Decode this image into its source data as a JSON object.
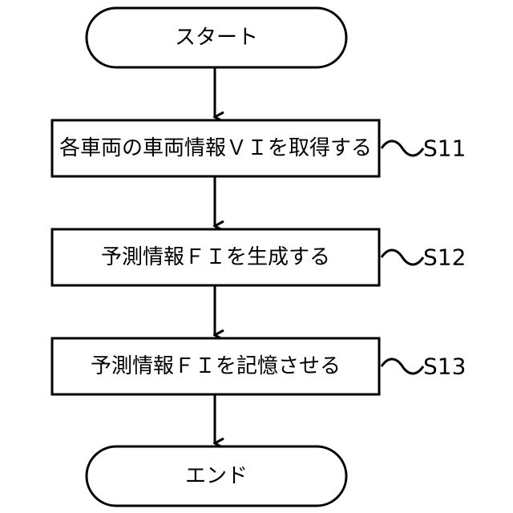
{
  "flowchart": {
    "start_label": "スタート",
    "end_label": "エンド",
    "steps": [
      {
        "label": "各車両の車両情報ＶＩを取得する",
        "step_id": "S11"
      },
      {
        "label": "予測情報ＦＩを生成する",
        "step_id": "S12"
      },
      {
        "label": "予測情報ＦＩを記憶させる",
        "step_id": "S13"
      }
    ]
  }
}
